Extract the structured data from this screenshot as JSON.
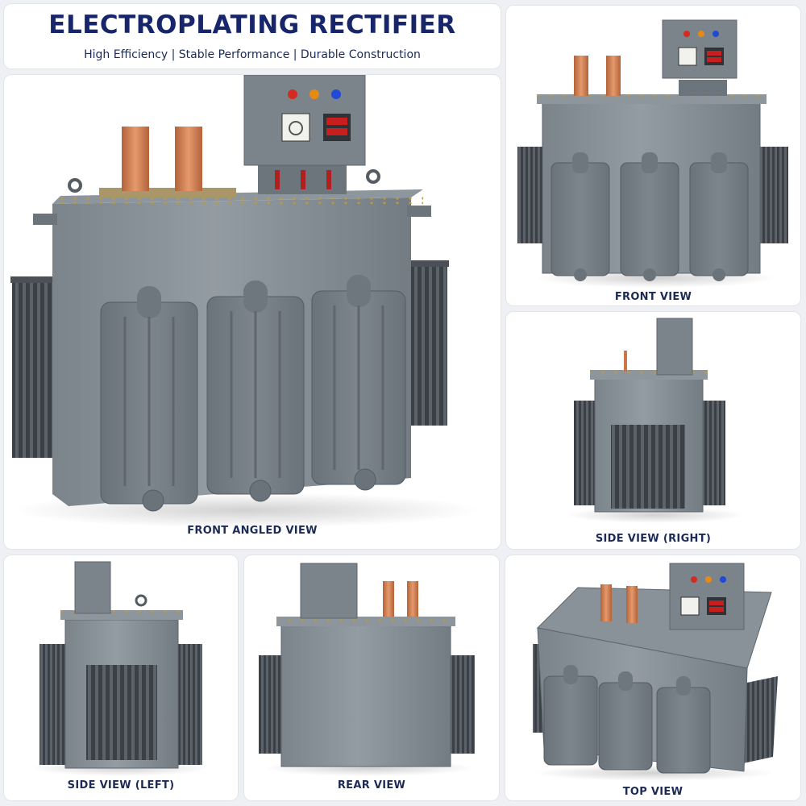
{
  "header": {
    "title": "ELECTROPLATING RECTIFIER",
    "subtitle": "High Efficiency | Stable Performance | Durable Construction"
  },
  "views": {
    "front_angled": "FRONT ANGLED VIEW",
    "front": "FRONT VIEW",
    "side_right": "SIDE VIEW (RIGHT)",
    "side_left": "SIDE VIEW (LEFT)",
    "rear": "REAR VIEW",
    "top": "TOP VIEW"
  },
  "colors": {
    "title": "#17266b",
    "caption": "#1c2b55",
    "body": "#727b84",
    "body_dark": "#5a6168",
    "fin": "#41474d",
    "copper": "#c8774a",
    "indicator_red": "#d42b20",
    "indicator_amber": "#e58b12",
    "indicator_blue": "#1f49d6"
  }
}
